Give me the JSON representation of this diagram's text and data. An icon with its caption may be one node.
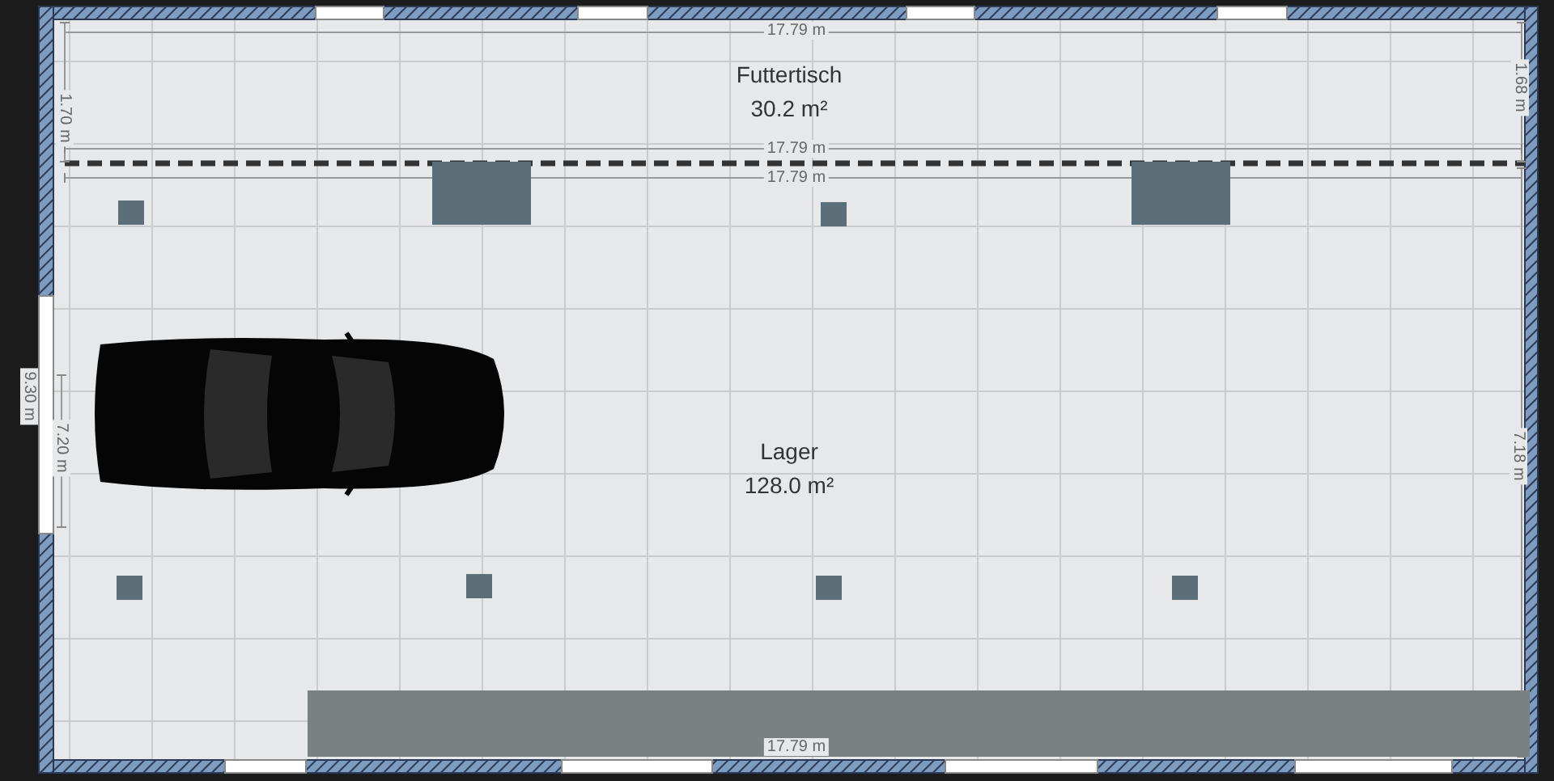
{
  "diagram": {
    "nodes": [
      {
        "text": [
          "Futtertisch",
          "30.2 m²"
        ]
      },
      {
        "text": [
          "Lager",
          "128.0 m²"
        ]
      }
    ],
    "labels": [
      "17.79 m",
      "1.70 m",
      "1.68 m",
      "17.79 m",
      "17.79 m",
      "9.30 m",
      "7.20 m",
      "7.18 m",
      "17.79 m"
    ]
  }
}
